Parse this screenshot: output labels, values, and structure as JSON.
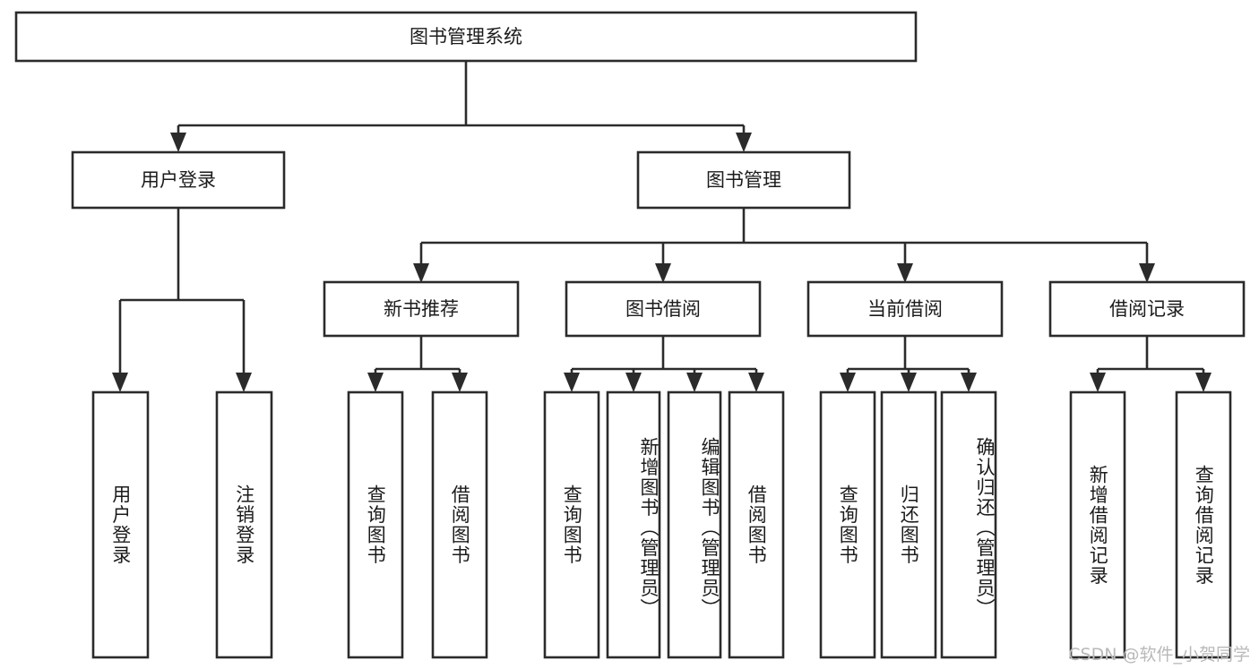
{
  "diagram": {
    "title": "图书管理系统",
    "type": "tree",
    "orientation": "top-down",
    "colors": {
      "stroke": "#2b2b2b",
      "fill": "#ffffff",
      "text": "#1b1b1b",
      "background": "#ffffff",
      "watermark": "#b9b9b9"
    },
    "root": {
      "label": "图书管理系统",
      "text_direction": "horizontal"
    },
    "level2": [
      {
        "label": "用户登录",
        "text_direction": "horizontal"
      },
      {
        "label": "图书管理",
        "text_direction": "horizontal"
      }
    ],
    "level3": [
      {
        "label": "新书推荐",
        "text_direction": "horizontal"
      },
      {
        "label": "图书借阅",
        "text_direction": "horizontal"
      },
      {
        "label": "当前借阅",
        "text_direction": "horizontal"
      },
      {
        "label": "借阅记录",
        "text_direction": "horizontal"
      }
    ],
    "leaves": [
      {
        "label": "用户登录",
        "parent": "用户登录",
        "text_direction": "vertical"
      },
      {
        "label": "注销登录",
        "parent": "用户登录",
        "text_direction": "vertical"
      },
      {
        "label": "查询图书",
        "parent": "新书推荐",
        "text_direction": "vertical"
      },
      {
        "label": "借阅图书",
        "parent": "新书推荐",
        "text_direction": "vertical"
      },
      {
        "label": "查询图书",
        "parent": "图书借阅",
        "text_direction": "vertical"
      },
      {
        "label": "新增图书（管理员）",
        "parent": "图书借阅",
        "text_direction": "vertical"
      },
      {
        "label": "编辑图书（管理员）",
        "parent": "图书借阅",
        "text_direction": "vertical"
      },
      {
        "label": "借阅图书",
        "parent": "图书借阅",
        "text_direction": "vertical"
      },
      {
        "label": "查询图书",
        "parent": "当前借阅",
        "text_direction": "vertical"
      },
      {
        "label": "归还图书",
        "parent": "当前借阅",
        "text_direction": "vertical"
      },
      {
        "label": "确认归还（管理员）",
        "parent": "当前借阅",
        "text_direction": "vertical"
      },
      {
        "label": "新增借阅记录",
        "parent": "借阅记录",
        "text_direction": "vertical"
      },
      {
        "label": "查询借阅记录",
        "parent": "借阅记录",
        "text_direction": "vertical"
      }
    ],
    "watermark": "CSDN @软件_小贺同学"
  }
}
